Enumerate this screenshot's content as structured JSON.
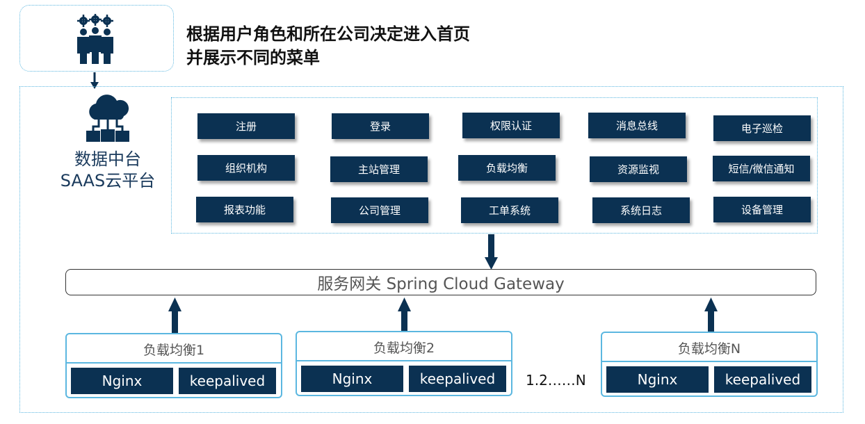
{
  "headline": {
    "line1": "根据用户角色和所在公司决定进入首页",
    "line2": "并展示不同的菜单"
  },
  "platform": {
    "line1": "数据中台",
    "line2": "SAAS云平台"
  },
  "modules": [
    "注册",
    "登录",
    "权限认证",
    "消息总线",
    "电子巡检",
    "组织机构",
    "主站管理",
    "负载均衡",
    "资源监视",
    "短信/微信通知",
    "报表功能",
    "公司管理",
    "工单系统",
    "系统日志",
    "设备管理"
  ],
  "gateway": {
    "label": "服务网关 Spring Cloud Gateway"
  },
  "load_balancers": [
    {
      "title": "负载均衡1",
      "left": "Nginx",
      "right": "keepalived"
    },
    {
      "title": "负载均衡2",
      "left": "Nginx",
      "right": "keepalived"
    },
    {
      "title": "负载均衡N",
      "left": "Nginx",
      "right": "keepalived"
    }
  ],
  "ellipsis_label": "1.2……N",
  "colors": {
    "module_fill": "#0b3152",
    "dotted_border": "#5bb7e0",
    "lb_border": "#5bb7e0"
  },
  "icons": [
    "users-gears-icon",
    "cloud-network-icon"
  ]
}
